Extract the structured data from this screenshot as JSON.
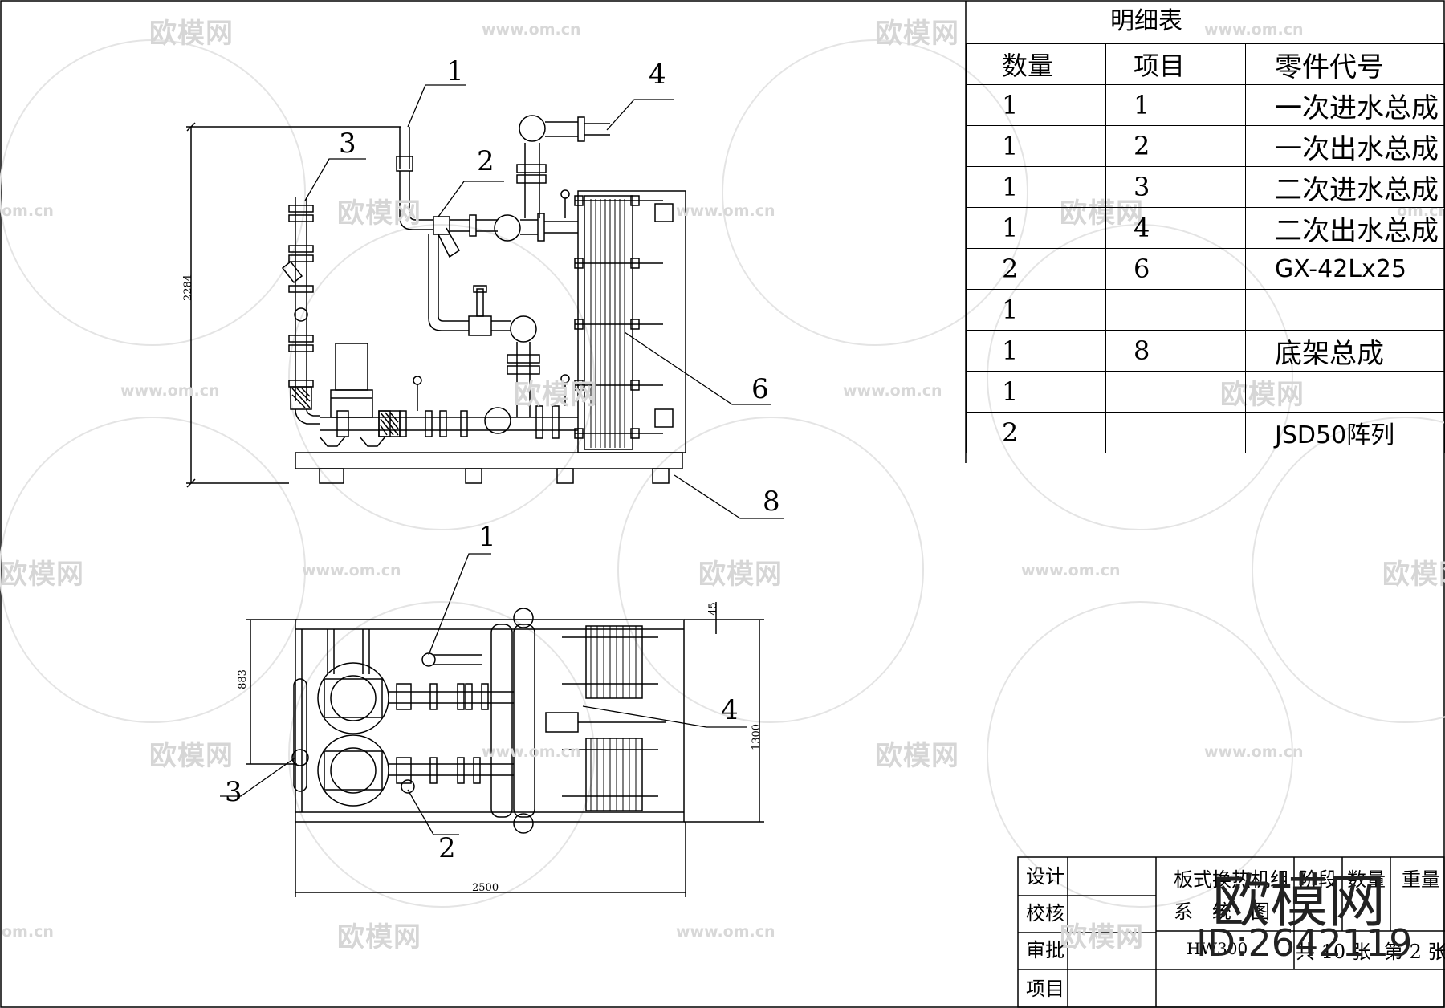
{
  "watermarks": {
    "brand": "欧模网",
    "url": "www.om.cn",
    "url_short": "om.cn",
    "big_brand": "欧模网",
    "id_text": "ID:2642119"
  },
  "side_view": {
    "callouts": [
      "1",
      "2",
      "3",
      "4",
      "6",
      "8"
    ],
    "height_dim": "2284"
  },
  "top_view": {
    "callouts": [
      "1",
      "4",
      "3",
      "2"
    ],
    "dims": {
      "depth": "883",
      "width_total": "1300",
      "offset": "45",
      "length": "2500"
    }
  },
  "parts_list": {
    "title": "明细表",
    "headers": [
      "数量",
      "项目",
      "零件代号"
    ],
    "rows": [
      {
        "qty": "1",
        "item": "1",
        "code": "一次进水总成"
      },
      {
        "qty": "1",
        "item": "2",
        "code": "一次出水总成"
      },
      {
        "qty": "1",
        "item": "3",
        "code": "二次进水总成"
      },
      {
        "qty": "1",
        "item": "4",
        "code": "二次出水总成"
      },
      {
        "qty": "2",
        "item": "6",
        "code": "GX-42Lx25"
      },
      {
        "qty": "1",
        "item": "",
        "code": ""
      },
      {
        "qty": "1",
        "item": "8",
        "code": "底架总成"
      },
      {
        "qty": "1",
        "item": "",
        "code": ""
      },
      {
        "qty": "2",
        "item": "",
        "code": "JSD50阵列"
      }
    ]
  },
  "title_block": {
    "design": "设计",
    "check": "校核",
    "approve": "审批",
    "project": "项目",
    "drawing_name_line1": "板式换热机组",
    "drawing_name_line2": "系　统　图",
    "drawing_no": "HW300",
    "stage": "阶段",
    "scale": "数量",
    "weight": "重量",
    "sheets_total": "共 10 张",
    "sheet_no": "第 2 张"
  },
  "colors": {
    "line": "#000000",
    "watermark": "#d6d6d6",
    "background": "#ffffff"
  }
}
